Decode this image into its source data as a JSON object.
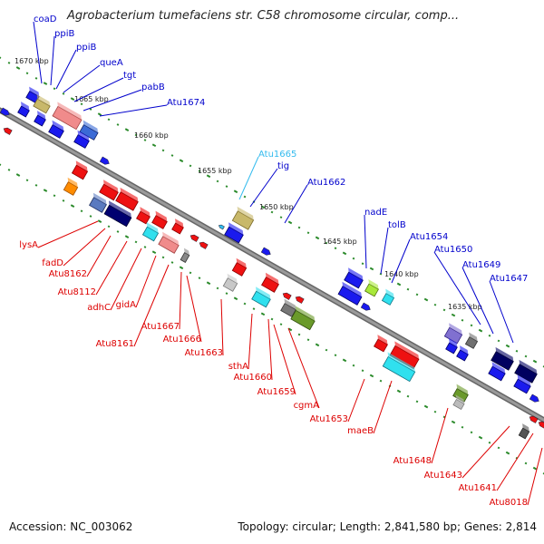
{
  "title": "Agrobacterium tumefaciens str. C58 chromosome circular, comp...",
  "footer": {
    "accession": "Accession: NC_003062",
    "summary": "Topology: circular; Length: 2,841,580 bp; Genes: 2,814"
  },
  "colors": {
    "forward_label": "#0000cc",
    "reverse_label": "#dd0000",
    "highlight_label": "#33bbee",
    "backbone": "#888888",
    "ruler_ticks": "#2a8a2a"
  },
  "ruler": [
    "1670 kbp",
    "1665 kbp",
    "1660 kbp",
    "1655 kbp",
    "1650 kbp",
    "1645 kbp",
    "1640 kbp",
    "1635 kbp"
  ],
  "forward_genes": [
    "coaD",
    "ppiB",
    "ppiB",
    "queA",
    "tgt",
    "pabB",
    "Atu1674",
    "Atu1665",
    "tig",
    "Atu1662",
    "nadE",
    "tolB",
    "Atu1654",
    "Atu1650",
    "Atu1649",
    "Atu1647"
  ],
  "reverse_genes": [
    "lysA",
    "fadD",
    "Atu8162",
    "Atu8112",
    "adhC",
    "gidA",
    "Atu8161",
    "Atu1667",
    "Atu1666",
    "Atu1663",
    "sthA",
    "Atu1660",
    "Atu1659",
    "cgmA",
    "Atu1653",
    "maeB",
    "Atu1648",
    "Atu1643",
    "Atu1641",
    "Atu8018"
  ]
}
